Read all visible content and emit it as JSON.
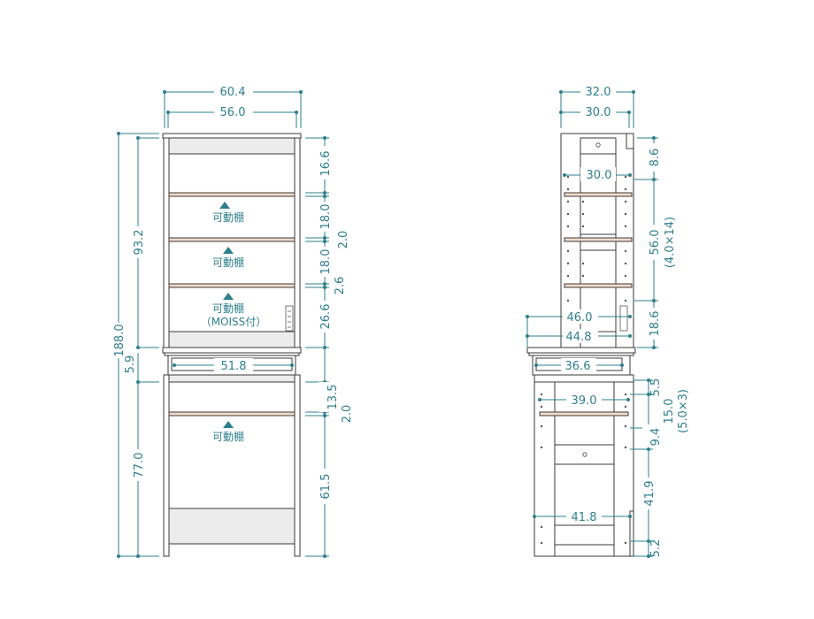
{
  "front": {
    "width_outer": "60.4",
    "width_inner": "56.0",
    "height_total": "188.0",
    "height_upper": "93.2",
    "gap_mid": "5.9",
    "height_lower": "77.0",
    "desk_width": "51.8",
    "right_dims": [
      "16.6",
      "18.0",
      "2.0",
      "18.0",
      "2.6",
      "26.6",
      "13.5",
      "2.0",
      "61.5"
    ],
    "shelf_label": "可動棚",
    "moiss_label": "（MOISS付）"
  },
  "side": {
    "depth_outer": "32.0",
    "depth_inner": "30.0",
    "upper_shelf_depth": "30.0",
    "depth_desk": "46.0",
    "depth_desk_inner": "44.8",
    "drawer_depth": "36.6",
    "lower_shelf_depth": "39.0",
    "bottom_depth": "41.8",
    "right_dims": [
      "8.6",
      "56.0",
      "(4.0×14)",
      "18.6",
      "5.5",
      "15.0",
      "(5.0×3)",
      "9.4",
      "41.9",
      "5.2"
    ]
  }
}
